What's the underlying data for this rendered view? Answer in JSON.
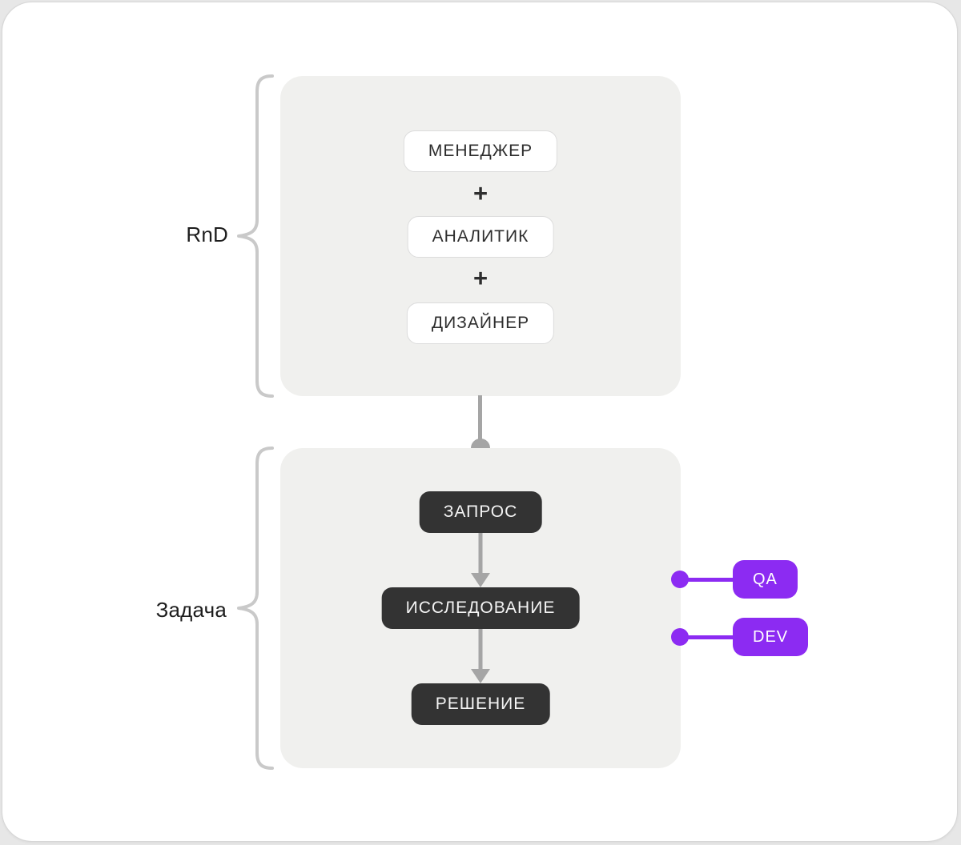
{
  "diagram": {
    "rnd": {
      "label": "RnD",
      "plus": "+",
      "roles": [
        "МЕНЕДЖЕР",
        "АНАЛИТИК",
        "ДИЗАЙНЕР"
      ]
    },
    "task": {
      "label": "Задача",
      "steps": [
        "ЗАПРОС",
        "ИССЛЕДОВАНИЕ",
        "РЕШЕНИЕ"
      ]
    },
    "tags": {
      "qa": "QA",
      "dev": "DEV"
    }
  },
  "colors": {
    "accent": "#8c2bf2",
    "box": "#f0f0ee",
    "dark_pill": "#333333",
    "connector": "#a5a5a5",
    "brace": "#c9c9c9",
    "card_bg": "#ffffff",
    "page_bg": "#e7e7e7"
  }
}
